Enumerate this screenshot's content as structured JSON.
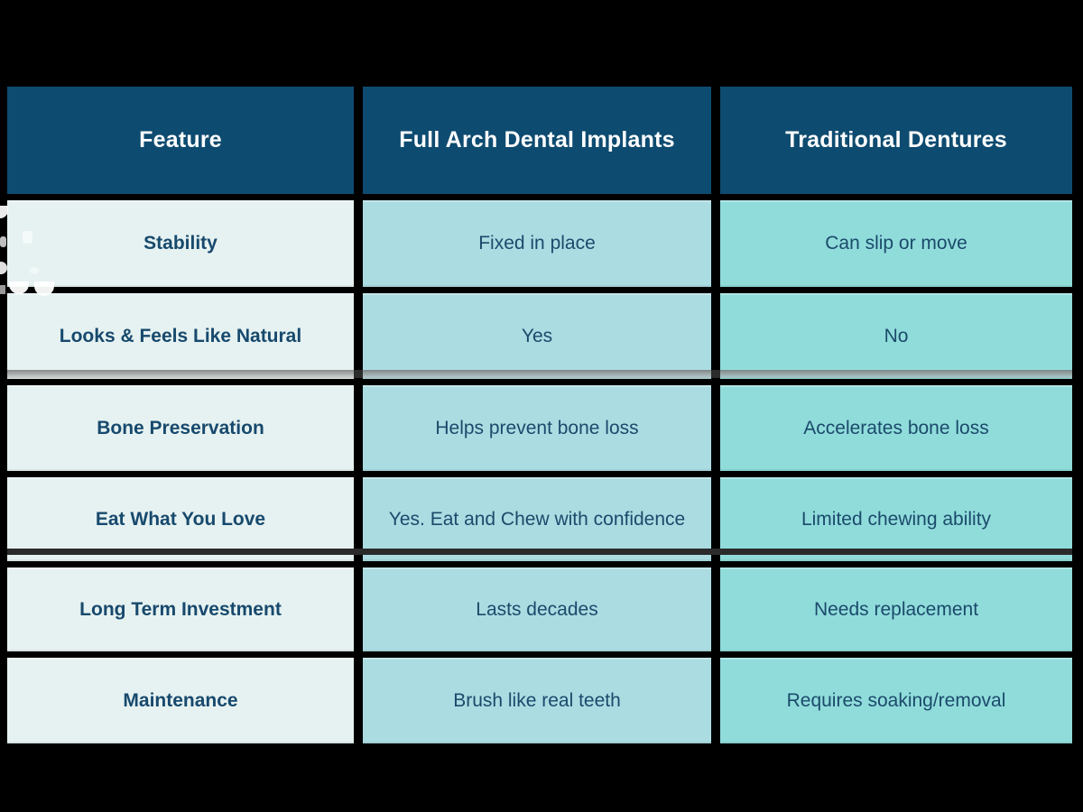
{
  "table": {
    "headers": [
      {
        "label": "Feature"
      },
      {
        "label": "Full Arch Dental Implants"
      },
      {
        "label": "Traditional Dentures"
      }
    ],
    "rows": [
      {
        "feature": "Stability",
        "implants": "Fixed in place",
        "dentures": "Can slip or move"
      },
      {
        "feature": "Looks & Feels Like Natural",
        "implants": "Yes",
        "dentures": "No"
      },
      {
        "feature": "Bone Preservation",
        "implants": "Helps prevent bone loss",
        "dentures": "Accelerates bone loss"
      },
      {
        "feature": "Eat What You Love",
        "implants": "Yes. Eat and Chew with confidence",
        "dentures": "Limited chewing ability"
      },
      {
        "feature": "Long Term Investment",
        "implants": "Lasts decades",
        "dentures": "Needs replacement"
      },
      {
        "feature": "Maintenance",
        "implants": "Brush like real teeth",
        "dentures": "Requires soaking/removal"
      }
    ]
  },
  "colors": {
    "background": "#000000",
    "header_bg": "#0e4b70",
    "header_text": "#ffffff",
    "col1_bg": "#e6f2f1",
    "col2_bg": "#abdce2",
    "col3_bg": "#90dcdb",
    "body_text": "#1b4a6b"
  }
}
